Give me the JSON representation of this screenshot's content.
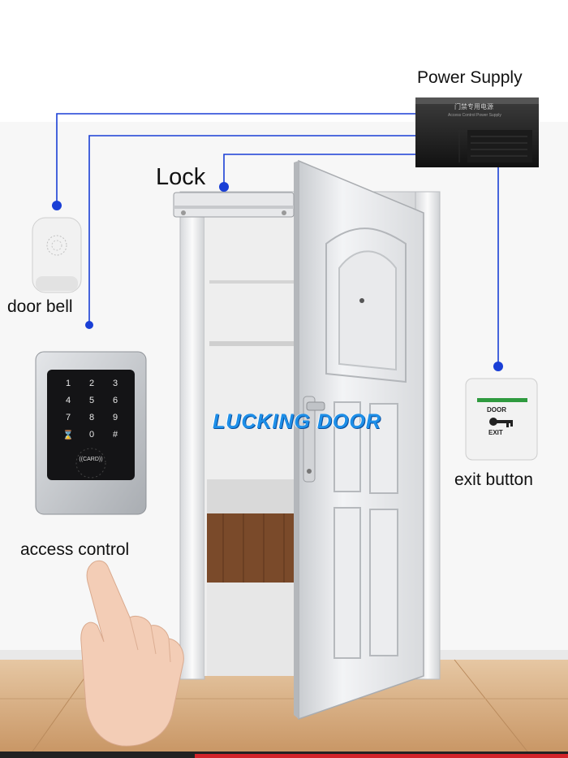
{
  "labels": {
    "power_supply": "Power Supply",
    "lock": "Lock",
    "door_bell": "door bell",
    "exit_button": "exit button",
    "access_control": "access control"
  },
  "watermark": "LUCKING DOOR",
  "power_supply_box": {
    "title": "门禁专用电源",
    "subtitle": "Access Control Power Supply"
  },
  "keypad": {
    "keys": [
      "1",
      "2",
      "3",
      "4",
      "5",
      "6",
      "7",
      "8",
      "9",
      "⌛",
      "0",
      "#"
    ],
    "card_label": "((CARD))"
  },
  "exit_plate": {
    "line1": "DOOR",
    "line2": "EXIT"
  },
  "colors": {
    "wire": "#1a3fd6",
    "node": "#1a3fd6",
    "watermark": "#1e8fe8",
    "floor": "#dcb58a",
    "wall": "#ececec"
  },
  "icons": [
    "key-icon",
    "hand-icon",
    "speaker-icon",
    "door-handle-icon"
  ]
}
